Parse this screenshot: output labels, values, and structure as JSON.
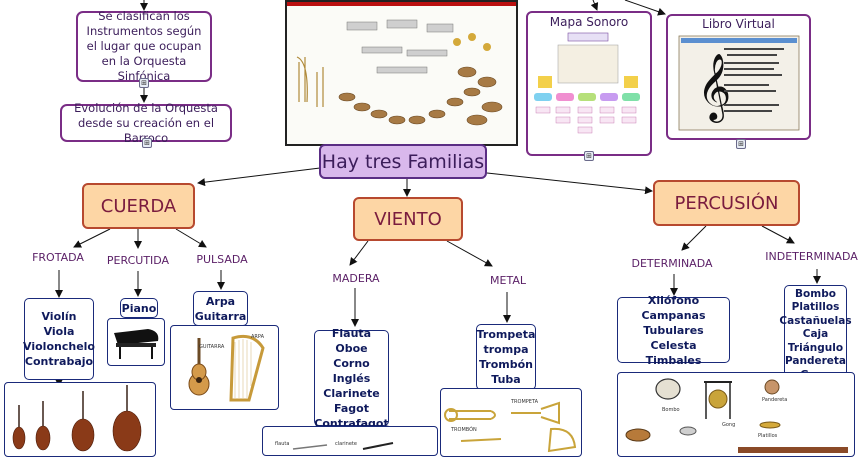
{
  "top_left_boxes": {
    "clasificacion": "Se clasifican los Instrumentos según el lugar que ocupan en la Orquesta Sinfónica",
    "evolucion": "Evolución de la Orquesta desde su creación en el Barroco"
  },
  "central": {
    "title": "Hay tres Familias"
  },
  "right_top": {
    "mapa_title": "Mapa Sonoro",
    "libro_title": "Libro Virtual"
  },
  "families": {
    "cuerda": "CUERDA",
    "viento": "VIENTO",
    "percusion": "PERCUSIÓN"
  },
  "cuerda": {
    "frotada": {
      "label": "FROTADA",
      "items": [
        "Violín",
        "Viola",
        "Violonchelo",
        "Contrabajo"
      ]
    },
    "percutida": {
      "label": "PERCUTIDA",
      "items": [
        "Piano"
      ]
    },
    "pulsada": {
      "label": "PULSADA",
      "items": [
        "Arpa",
        "Guitarra"
      ]
    },
    "img_labels": {
      "guitarra": "GUITARRA",
      "arpa": "ARPA"
    }
  },
  "viento": {
    "madera": {
      "label": "MADERA",
      "items": [
        "Flauta",
        "Oboe",
        "Corno Inglés",
        "Clarinete",
        "Fagot",
        "Contrafagot"
      ]
    },
    "metal": {
      "label": "METAL",
      "items": [
        "Trompeta",
        "trompa",
        "Trombón",
        "Tuba"
      ]
    },
    "img_labels": {
      "trompeta": "TROMPETA",
      "trombon": "TROMBÓN",
      "flauta": "flauta",
      "clarinete": "clarinete"
    }
  },
  "percusion": {
    "determinada": {
      "label": "DETERMINADA",
      "items": [
        "Xilófono",
        "Campanas Tubulares",
        "Celesta",
        "Timbales"
      ]
    },
    "indeterminada": {
      "label": "INDETERMINADA",
      "items": [
        "Bombo",
        "Platillos",
        "Castañuelas",
        "Caja",
        "Triángulo",
        "Pandereta",
        "Gong"
      ]
    },
    "img_labels": {
      "bombo": "Bombo",
      "gong": "Gong",
      "pandereta": "Pandereta",
      "platillos": "Platillos"
    }
  },
  "link_icon": "link-icon"
}
